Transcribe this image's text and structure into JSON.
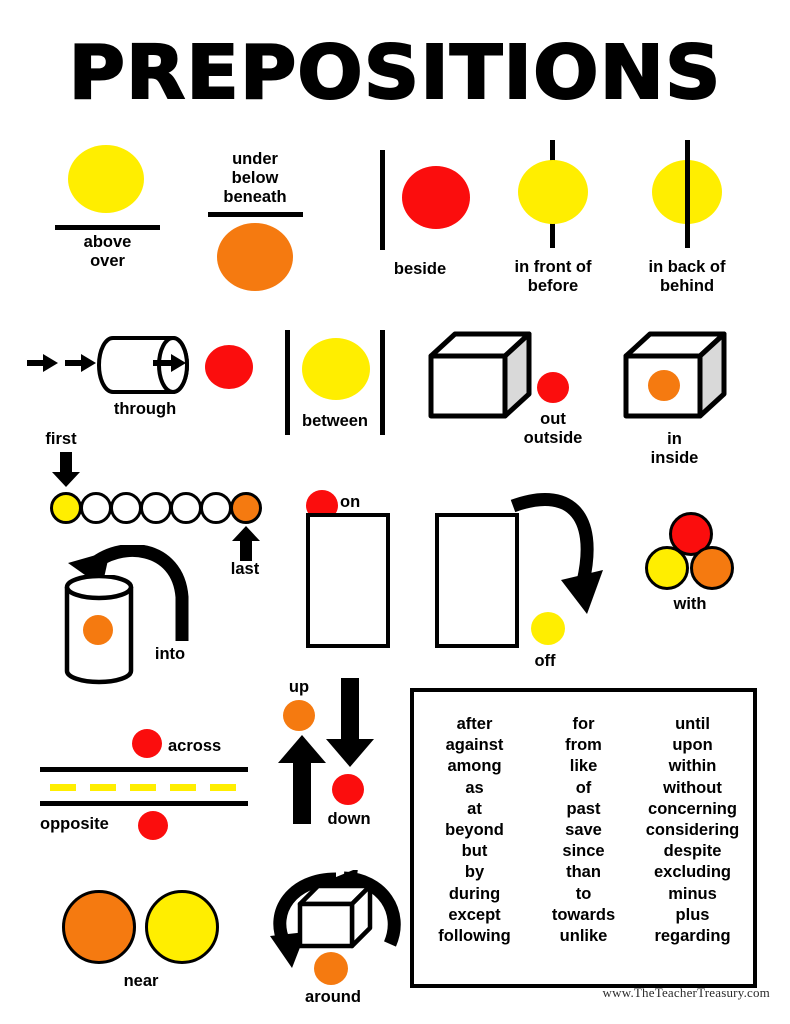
{
  "poster": {
    "title": "PREPOSITIONS",
    "footer": "www.TheTeacherTreasury.com"
  },
  "colors": {
    "yellow": "#FFEE00",
    "orange": "#F57A10",
    "red": "#FB0D0D",
    "black": "#000000",
    "white": "#FFFFFF",
    "cube_side": "#D9D9D9"
  },
  "illustrations": [
    {
      "id": "above-over",
      "labels": [
        "above",
        "over"
      ]
    },
    {
      "id": "under-below",
      "labels": [
        "under",
        "below",
        "beneath"
      ]
    },
    {
      "id": "beside",
      "labels": [
        "beside"
      ]
    },
    {
      "id": "in-front-of",
      "labels": [
        "in front of",
        "before"
      ]
    },
    {
      "id": "in-back-of",
      "labels": [
        "in back of",
        "behind"
      ]
    },
    {
      "id": "through",
      "labels": [
        "through"
      ]
    },
    {
      "id": "between",
      "labels": [
        "between"
      ]
    },
    {
      "id": "out-outside",
      "labels": [
        "out",
        "outside"
      ]
    },
    {
      "id": "in-inside",
      "labels": [
        "in",
        "inside"
      ]
    },
    {
      "id": "first-last",
      "labels": [
        "first",
        "last"
      ]
    },
    {
      "id": "into",
      "labels": [
        "into"
      ]
    },
    {
      "id": "on",
      "labels": [
        "on"
      ]
    },
    {
      "id": "off",
      "labels": [
        "off"
      ]
    },
    {
      "id": "with",
      "labels": [
        "with"
      ]
    },
    {
      "id": "across-opposite",
      "labels": [
        "across",
        "opposite"
      ]
    },
    {
      "id": "up-down",
      "labels": [
        "up",
        "down"
      ]
    },
    {
      "id": "near",
      "labels": [
        "near"
      ]
    },
    {
      "id": "around",
      "labels": [
        "around"
      ]
    }
  ],
  "labels": {
    "above": "above",
    "over": "over",
    "under": "under",
    "below": "below",
    "beneath": "beneath",
    "beside": "beside",
    "in_front_of": "in front of",
    "before": "before",
    "in_back_of": "in back of",
    "behind": "behind",
    "through": "through",
    "between": "between",
    "out": "out",
    "outside": "outside",
    "in": "in",
    "inside": "inside",
    "first": "first",
    "last": "last",
    "into": "into",
    "on": "on",
    "off": "off",
    "with": "with",
    "across": "across",
    "opposite": "opposite",
    "up": "up",
    "down": "down",
    "near": "near",
    "around": "around"
  },
  "word_list": {
    "columns": [
      [
        "after",
        "against",
        "among",
        "as",
        "at",
        "beyond",
        "but",
        "by",
        "during",
        "except",
        "following"
      ],
      [
        "for",
        "from",
        "like",
        "of",
        "past",
        "save",
        "since",
        "than",
        "to",
        "towards",
        "unlike"
      ],
      [
        "until",
        "upon",
        "within",
        "without",
        "concerning",
        "considering",
        "despite",
        "excluding",
        "minus",
        "plus",
        "regarding"
      ]
    ]
  }
}
